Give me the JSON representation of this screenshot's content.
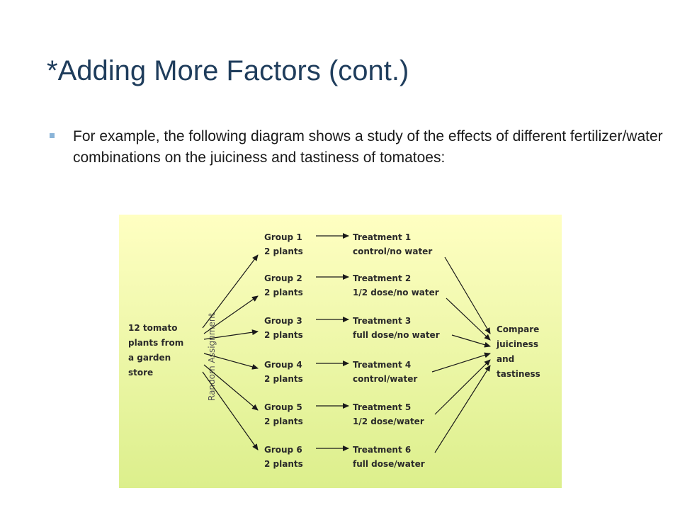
{
  "slide": {
    "title": "*Adding More Factors (cont.)",
    "bullet": "For example, the following diagram shows a study of the effects of different fertilizer/water combinations on the juiciness and tastiness of tomatoes:"
  },
  "diagram": {
    "source": [
      "12 tomato",
      "plants from",
      "a garden",
      "store"
    ],
    "assignment_label": "Random Assignment",
    "groups": [
      {
        "name": "Group 1",
        "size": "2 plants",
        "treatment": "Treatment 1",
        "condition": "control/no water"
      },
      {
        "name": "Group 2",
        "size": "2 plants",
        "treatment": "Treatment 2",
        "condition": "1/2 dose/no water"
      },
      {
        "name": "Group 3",
        "size": "2 plants",
        "treatment": "Treatment 3",
        "condition": "full dose/no water"
      },
      {
        "name": "Group 4",
        "size": "2 plants",
        "treatment": "Treatment 4",
        "condition": "control/water"
      },
      {
        "name": "Group 5",
        "size": "2 plants",
        "treatment": "Treatment 5",
        "condition": "1/2 dose/water"
      },
      {
        "name": "Group 6",
        "size": "2 plants",
        "treatment": "Treatment 6",
        "condition": "full dose/water"
      }
    ],
    "outcome": [
      "Compare",
      "juiciness",
      "and",
      "tastiness"
    ]
  },
  "colors": {
    "title": "#1f3d5c",
    "bullet_marker": "#8ab4d8",
    "diagram_bg_top": "#ffffc2",
    "diagram_bg_bottom": "#dcef8c"
  }
}
